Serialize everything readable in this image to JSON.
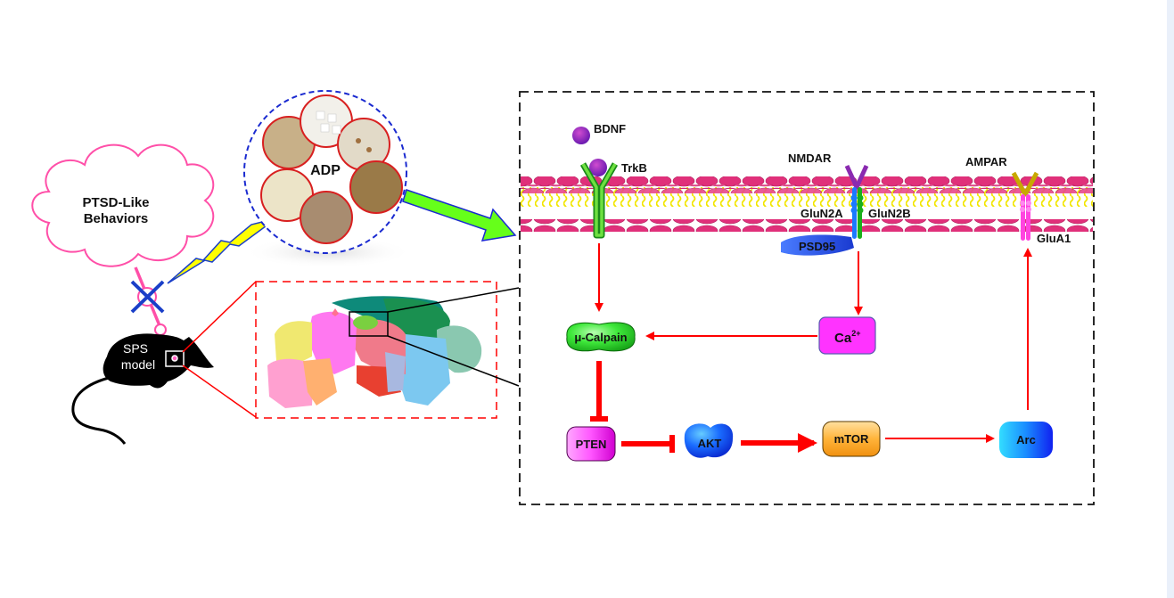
{
  "left": {
    "cloud_line1": "PTSD-Like",
    "cloud_line2": "Behaviors",
    "mouse_line1": "SPS",
    "mouse_line2": "model",
    "herbs_label": "ADP"
  },
  "receptors": {
    "bdnf": "BDNF",
    "trkb": "TrkB",
    "nmdar": "NMDAR",
    "glun2a": "GluN2A",
    "glun2b": "GluN2B",
    "psd95": "PSD95",
    "ampar": "AMPAR",
    "glua1": "GluA1"
  },
  "pathway": {
    "calpain": "μ-Calpain",
    "ca": "Ca",
    "ca_sup": "2+",
    "pten": "PTEN",
    "akt": "AKT",
    "mtor": "mTOR",
    "arc": "Arc"
  },
  "colors": {
    "arrow_red": "#ff0000",
    "membrane_head": "#e0307a",
    "membrane_tail": "#ffff33",
    "cloud_stroke": "#ff4fa8",
    "inhibit_cross": "#1a3fc8",
    "green_arrow": "#66ff1a"
  }
}
